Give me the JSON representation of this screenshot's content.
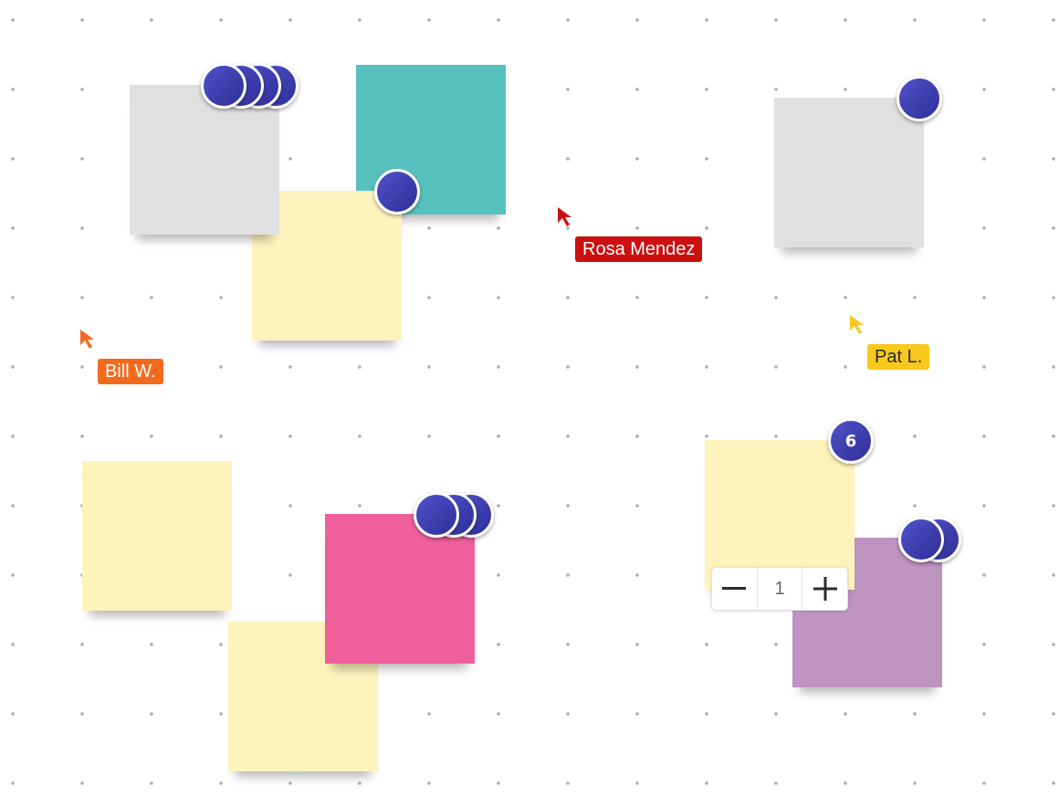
{
  "board": {
    "stickies": [
      {
        "id": "grey-top-left",
        "color": "#e0e0e0",
        "votes": 4
      },
      {
        "id": "teal",
        "color": "#57c2bd",
        "votes": 0
      },
      {
        "id": "yellow-top",
        "color": "#fef3bd",
        "votes": 1
      },
      {
        "id": "grey-right",
        "color": "#e0e0e0",
        "votes": 1
      },
      {
        "id": "yellow-bottom-left",
        "color": "#fef3bd",
        "votes": 0
      },
      {
        "id": "yellow-bottom",
        "color": "#fef3bd",
        "votes": 0
      },
      {
        "id": "pink",
        "color": "#ef5f9a",
        "votes": 3
      },
      {
        "id": "purple",
        "color": "#be94c0",
        "votes": 2
      },
      {
        "id": "yellow-right",
        "color": "#fef3bd",
        "votes": 0
      }
    ],
    "vote_badge": {
      "count": "6"
    },
    "vote_stepper": {
      "minus_icon": "minus-icon",
      "value": "1",
      "plus_icon": "plus-icon"
    }
  },
  "collaborators": [
    {
      "name": "Rosa Mendez",
      "color": "#cc1010"
    },
    {
      "name": "Bill W.",
      "color": "#f26b1d"
    },
    {
      "name": "Pat L.",
      "color": "#f8c81c",
      "text_color": "#2b2b2b"
    }
  ],
  "colors": {
    "vote_dot": "#3b3bb0"
  }
}
